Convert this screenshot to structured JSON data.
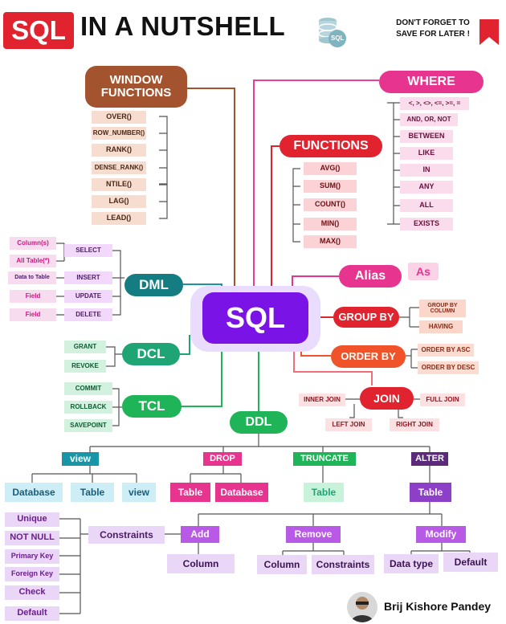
{
  "header": {
    "sql_badge": "SQL",
    "title": "IN A NUTSHELL",
    "save_line1": "DON'T FORGET TO",
    "save_line2": "SAVE FOR LATER !",
    "db_icon_text": "SQL"
  },
  "center": "SQL",
  "window_functions": {
    "title_line1": "WINDOW",
    "title_line2": "FUNCTIONS",
    "items": [
      "OVER()",
      "ROW_NUMBER()",
      "RANK()",
      "DENSE_RANK()",
      "NTILE()",
      "LAG()",
      "LEAD()"
    ]
  },
  "where": {
    "title": "WHERE",
    "items": [
      "<, >, <>, <=, >=, =",
      "AND, OR, NOT",
      "BETWEEN",
      "LIKE",
      "IN",
      "ANY",
      "ALL",
      "EXISTS"
    ]
  },
  "functions": {
    "title": "FUNCTIONS",
    "items": [
      "AVG()",
      "SUM()",
      "COUNT()",
      "MIN()",
      "MAX()"
    ]
  },
  "dml": {
    "title": "DML",
    "commands": [
      "SELECT",
      "INSERT",
      "UPDATE",
      "DELETE"
    ],
    "select_options": [
      "Column(s)",
      "All Table(*)"
    ],
    "insert_option": "Data to Table",
    "update_option": "Field",
    "delete_option": "Field"
  },
  "alias": {
    "title": "Alias",
    "keyword": "As"
  },
  "group_by": {
    "title": "GROUP BY",
    "items": [
      "GROUP BY COLUMN",
      "HAVING"
    ]
  },
  "order_by": {
    "title": "ORDER BY",
    "items": [
      "ORDER BY ASC",
      "ORDER BY DESC"
    ]
  },
  "join": {
    "title": "JOIN",
    "items": [
      "INNER JOIN",
      "FULL JOIN",
      "LEFT JOIN",
      "RIGHT JOIN"
    ]
  },
  "dcl": {
    "title": "DCL",
    "items": [
      "GRANT",
      "REVOKE"
    ]
  },
  "tcl": {
    "title": "TCL",
    "items": [
      "COMMIT",
      "ROLLBACK",
      "SAVEPOINT"
    ]
  },
  "ddl": {
    "title": "DDL",
    "view": {
      "title": "view",
      "items": [
        "Database",
        "Table",
        "view"
      ]
    },
    "drop": {
      "title": "DROP",
      "items": [
        "Table",
        "Database"
      ]
    },
    "truncate": {
      "title": "TRUNCATE",
      "item": "Table"
    },
    "alter": {
      "title": "ALTER",
      "item": "Table"
    },
    "constraints": {
      "title": "Constraints",
      "items": [
        "Unique",
        "NOT NULL",
        "Primary Key",
        "Foreign Key",
        "Check",
        "Default"
      ]
    },
    "add": {
      "title": "Add",
      "item": "Column"
    },
    "remove": {
      "title": "Remove",
      "items": [
        "Column",
        "Constraints"
      ]
    },
    "modify": {
      "title": "Modify",
      "items": [
        "Data type",
        "Default"
      ]
    }
  },
  "author": "Brij Kishore Pandey",
  "colors": {
    "red": "#e0232e",
    "brown": "#a3532d",
    "pink": "#e7348f",
    "teal": "#147d82",
    "green": "#1fb457",
    "violet": "#7a13e6",
    "orange": "#f0532a",
    "purple": "#7d3ca8"
  }
}
